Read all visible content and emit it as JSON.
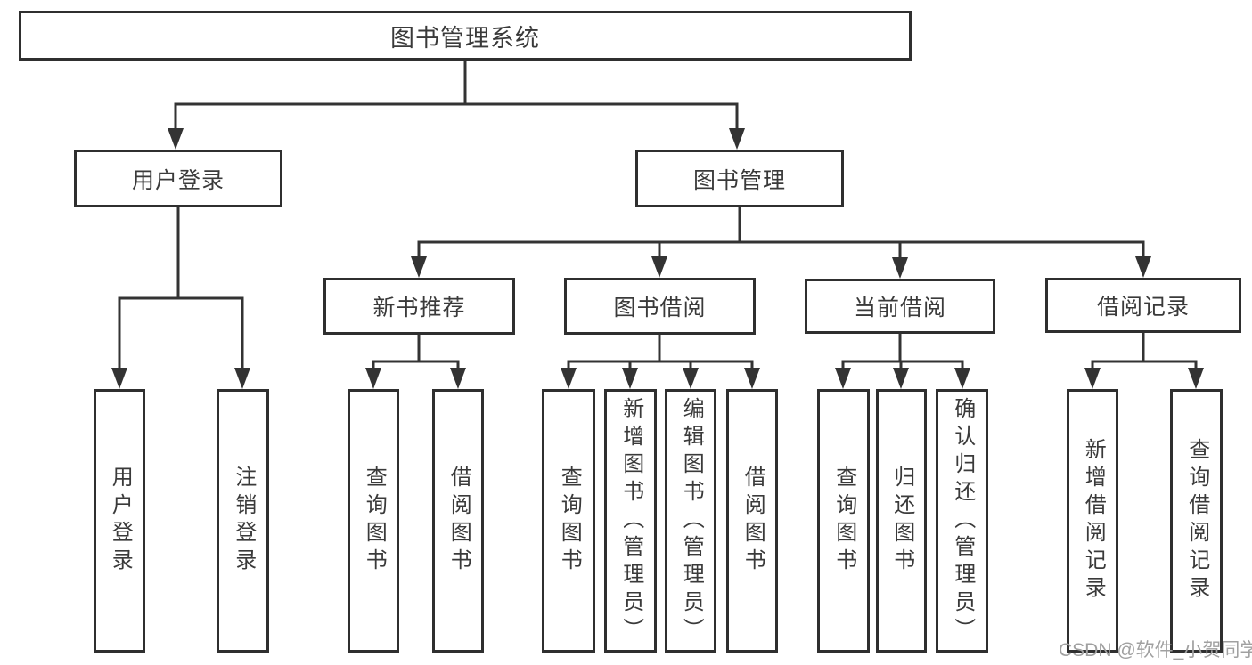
{
  "diagram": {
    "root": {
      "label": "图书管理系统"
    },
    "level2": [
      {
        "label": "用户登录"
      },
      {
        "label": "图书管理"
      }
    ],
    "level3": [
      {
        "label": "新书推荐"
      },
      {
        "label": "图书借阅"
      },
      {
        "label": "当前借阅"
      },
      {
        "label": "借阅记录"
      }
    ],
    "leaves": [
      "用户登录",
      "注销登录",
      "查询图书",
      "借阅图书",
      "查询图书",
      "新增图书（管理员）",
      "编辑图书（管理员）",
      "借阅图书",
      "查询图书",
      "归还图书",
      "确认归还（管理员）",
      "新增借阅记录",
      "查询借阅记录"
    ],
    "watermark": "CSDN @软件_小贺同学",
    "colors": {
      "line": "#333333",
      "border": "#2f2f2f",
      "text": "#3a3a3a",
      "watermark": "#a0a0a0",
      "background": "#ffffff"
    }
  }
}
